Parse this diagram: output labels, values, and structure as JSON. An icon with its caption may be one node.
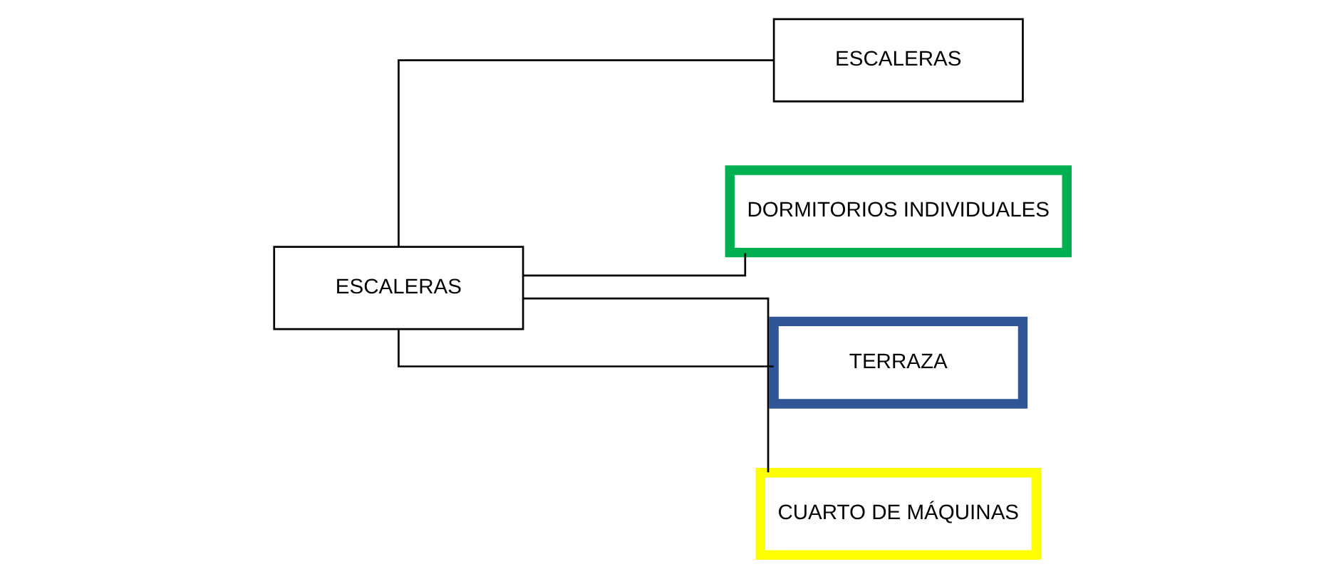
{
  "diagram": {
    "nodes": [
      {
        "text": [
          "ESCALERAS"
        ]
      },
      {
        "text": [
          "DORMITORIOS INDIVIDUALES"
        ]
      },
      {
        "text": [
          "ESCALERAS"
        ]
      },
      {
        "text": [
          "TERRAZA"
        ]
      },
      {
        "text": [
          "CUARTO DE MÁQUINAS"
        ]
      }
    ],
    "edges": [
      {
        "from": 2,
        "to": 0,
        "arrow": "none"
      },
      {
        "from": 2,
        "to": 1,
        "arrow": "none"
      },
      {
        "from": 2,
        "to": 3,
        "arrow": "none"
      },
      {
        "from": 2,
        "to": 4,
        "arrow": "none"
      }
    ]
  }
}
